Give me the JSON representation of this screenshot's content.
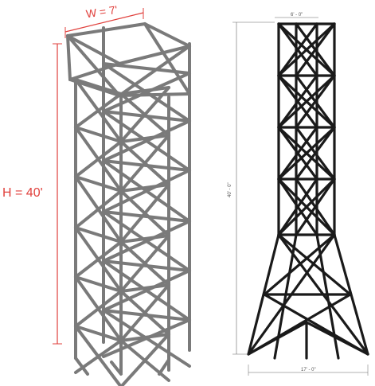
{
  "left_tower": {
    "width_label": "W = 7'",
    "height_label": "H = 40'",
    "accent_color": "#e0403c",
    "frame_color": "#7a7a7a"
  },
  "right_tower": {
    "top_width_label": "6' - 0\"",
    "height_label": "40' - 0\"",
    "base_width_label": "17' - 0\"",
    "frame_color": "#1a1a1a"
  }
}
